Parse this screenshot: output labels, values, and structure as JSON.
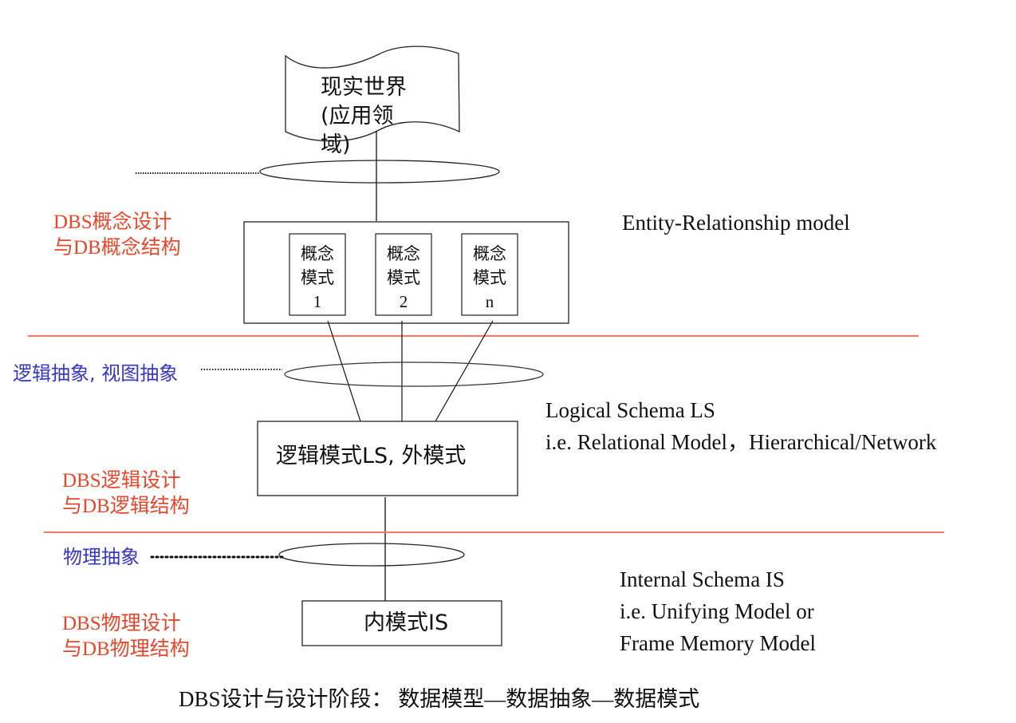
{
  "diagram": {
    "real_world": {
      "line1": "现实世界",
      "line2": "(应用领",
      "line3": "域)"
    },
    "conceptual": {
      "stage_label_line1": "DBS概念设计",
      "stage_label_line2": "与DB概念结构",
      "model_note": "Entity-Relationship model",
      "schemas": [
        {
          "line1": "概念",
          "line2": "模式",
          "line3": "1"
        },
        {
          "line1": "概念",
          "line2": "模式",
          "line3": "2"
        },
        {
          "line1": "概念",
          "line2": "模式",
          "line3": "n"
        }
      ]
    },
    "logical": {
      "abstraction_label": "逻辑抽象, 视图抽象",
      "box_label": "逻辑模式LS, 外模式",
      "stage_label_line1": "DBS逻辑设计",
      "stage_label_line2": "与DB逻辑结构",
      "note_line1": "Logical Schema  LS",
      "note_line2": " i.e. Relational  Model，Hierarchical/Network"
    },
    "physical": {
      "abstraction_label": "物理抽象",
      "box_label": "内模式IS",
      "stage_label_line1": "DBS物理设计",
      "stage_label_line2": "与DB物理结构",
      "note_line1": "Internal Schema  IS",
      "note_line2": "i.e. Unifying Model  or",
      "note_line3": "Frame Memory Model"
    },
    "caption": "DBS设计与设计阶段：  数据模型—数据抽象—数据模式"
  },
  "colors": {
    "stage_label": "#e8472c",
    "abstraction_label": "#3637c4",
    "divider": "#f07a62",
    "stroke": "#222222"
  }
}
